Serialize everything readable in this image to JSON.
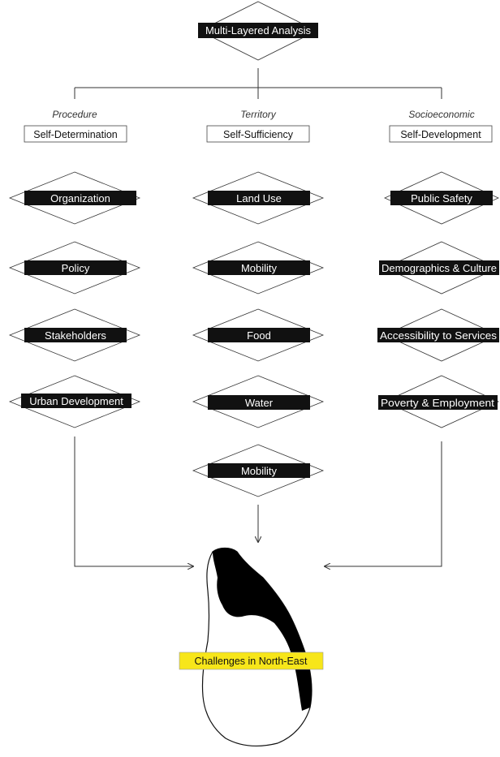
{
  "root": {
    "label": "Multi-Layered Analysis"
  },
  "columns": [
    {
      "category": "Procedure",
      "title": "Self-Determination",
      "items": [
        "Organization",
        "Policy",
        "Stakeholders",
        "Urban Development"
      ]
    },
    {
      "category": "Territory",
      "title": "Self-Sufficiency",
      "items": [
        "Land Use",
        "Mobility",
        "Food",
        "Water",
        "Mobility"
      ]
    },
    {
      "category": "Socioeconomic",
      "title": "Self-Development",
      "items": [
        "Public Safety",
        "Demographics & Culture",
        "Accessibility to Services",
        "Poverty & Employment"
      ]
    }
  ],
  "map": {
    "label": "Challenges in North-East",
    "highlight_color": "#f7e61a"
  }
}
